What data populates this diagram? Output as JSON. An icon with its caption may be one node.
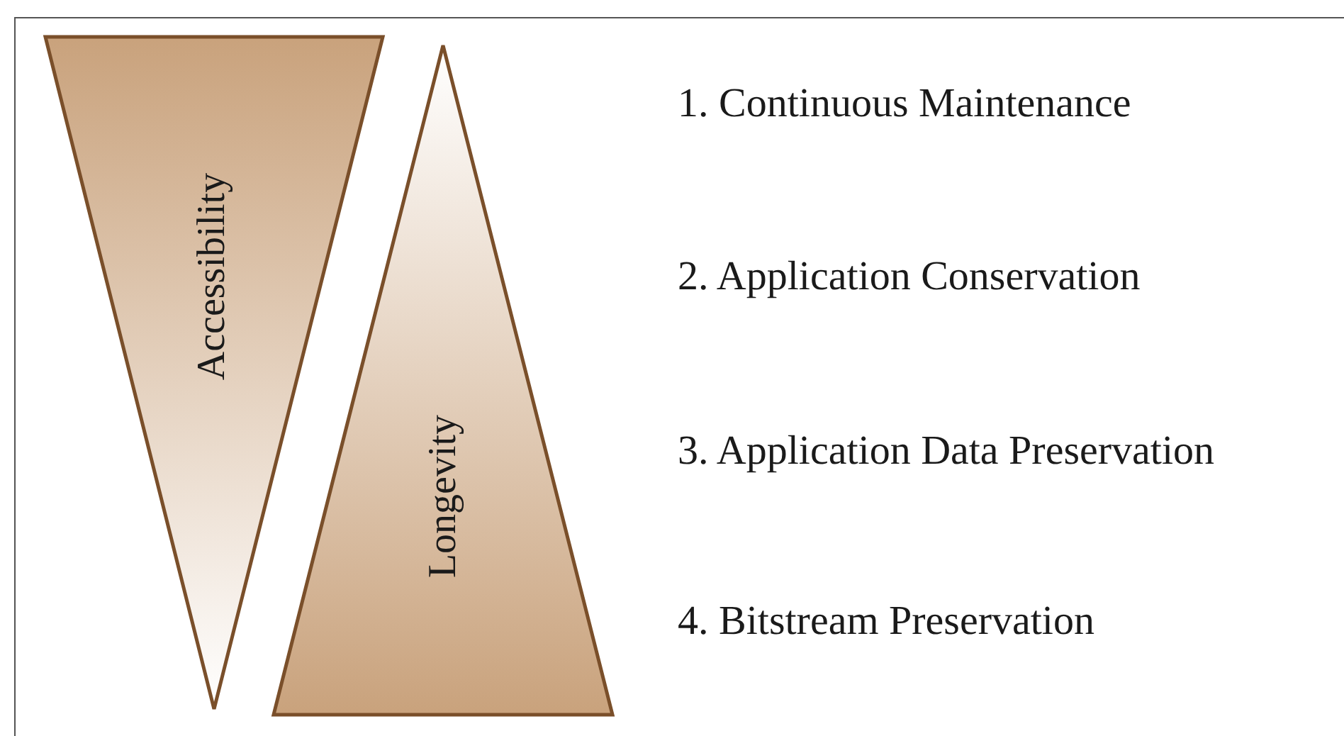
{
  "diagram": {
    "nodes": [
      {
        "text": [
          "Accessibility"
        ]
      },
      {
        "text": [
          "Longevity"
        ]
      }
    ],
    "labels": [
      "1. Continuous Maintenance",
      "2. Application Conservation",
      "3. Application Data Preservation",
      "4. Bitstream Preservation"
    ]
  }
}
